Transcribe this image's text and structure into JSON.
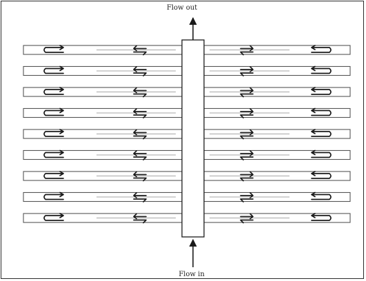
{
  "labels": {
    "flow_out": "Flow out",
    "flow_in": "Flow in"
  },
  "diagram": {
    "channel_pairs": 9,
    "colors": {
      "stroke": "#1a1a1a",
      "channel": "#555555",
      "frame": "#2a2a2a"
    }
  }
}
